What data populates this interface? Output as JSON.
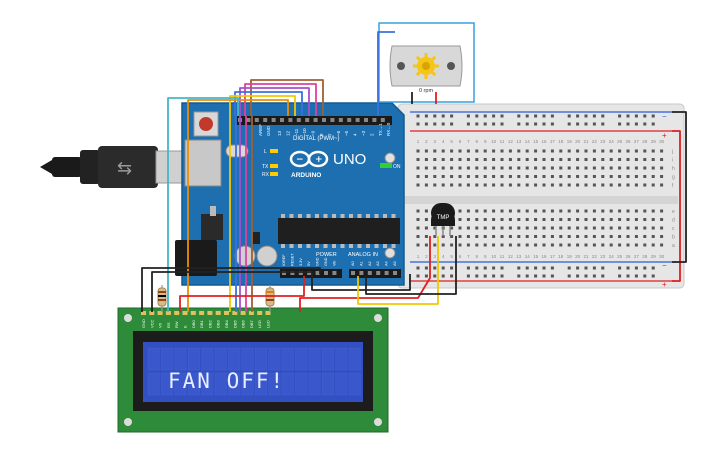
{
  "arduino": {
    "brand": "ARDUINO",
    "model": "UNO",
    "digital_header": "DIGITAL (PWM~)",
    "power_header": "POWER",
    "analog_header": "ANALOG IN",
    "on_label": "ON",
    "tx_label": "TX",
    "rx_label": "RX",
    "l_label": "L",
    "aref_label": "AREF",
    "gnd_label": "GND",
    "digital_pins": [
      "13",
      "12",
      "~11",
      "~10",
      "~9",
      "8",
      "7",
      "~6",
      "~5",
      "4",
      "~3",
      "2",
      "TX→1",
      "RX←0"
    ],
    "power_pins": [
      "IOREF",
      "RESET",
      "3.3V",
      "5V",
      "GND",
      "GND",
      "Vin"
    ],
    "analog_pins": [
      "A0",
      "A1",
      "A2",
      "A3",
      "A4",
      "A5"
    ]
  },
  "motor": {
    "rpm_label": "0 rpm"
  },
  "sensor": {
    "label": "TMP"
  },
  "breadboard": {
    "top_rail_minus": "−",
    "top_rail_plus": "+",
    "bottom_rail_minus": "−",
    "bottom_rail_plus": "+",
    "column_numbers": [
      "1",
      "2",
      "3",
      "4",
      "5",
      "6",
      "7",
      "8",
      "9",
      "10",
      "11",
      "12",
      "13",
      "14",
      "15",
      "16",
      "17",
      "18",
      "19",
      "20",
      "21",
      "22",
      "23",
      "24",
      "25",
      "26",
      "27",
      "28",
      "29",
      "30"
    ],
    "row_letters_top": [
      "j",
      "i",
      "h",
      "g",
      "f"
    ],
    "row_letters_bottom": [
      "e",
      "d",
      "c",
      "b",
      "a"
    ]
  },
  "lcd": {
    "display_text": "FAN OFF!",
    "pin_labels": [
      "GND",
      "VCC",
      "V0",
      "RS",
      "RW",
      "E",
      "DB0",
      "DB1",
      "DB2",
      "DB3",
      "DB4",
      "DB5",
      "DB6",
      "DB7",
      "LED",
      "LED"
    ]
  },
  "colors": {
    "board_blue": "#1d6fb0",
    "breadboard": "#e6e6e6",
    "lcd_green": "#2e8b3a",
    "lcd_screen": "#3350c2",
    "wire_red": "#e02020",
    "wire_black": "#222222",
    "wire_yellow": "#f0c800",
    "wire_orange": "#f08c00",
    "wire_pink": "#e040a0",
    "wire_purple": "#a050d0",
    "wire_brown": "#a06030",
    "wire_teal": "#40b8c8",
    "wire_blue": "#3a70e0"
  }
}
